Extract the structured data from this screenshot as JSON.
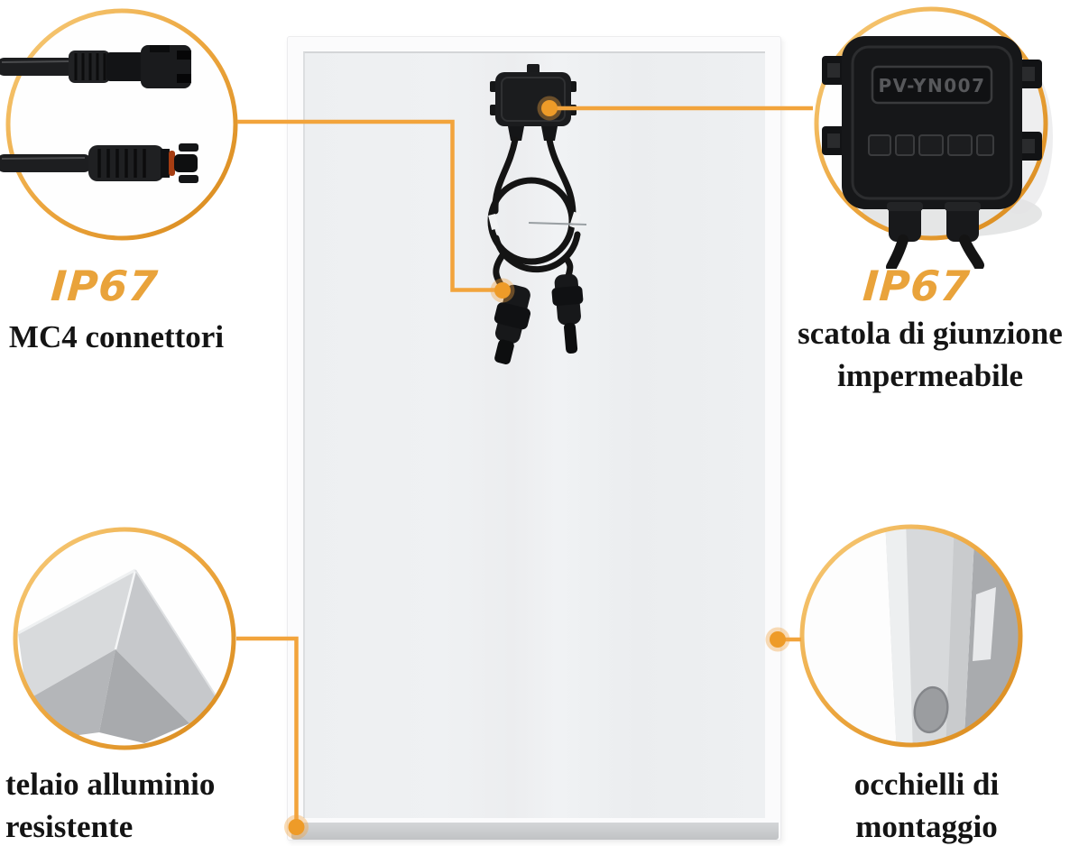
{
  "colors": {
    "accent_line": "#f2a43c",
    "dot": "#ee9b28",
    "ring_light": "#f7cd7d",
    "ring_mid": "#eca63e",
    "ring_dark": "#d8891c",
    "badge_text": "#e9a33b",
    "label_text": "#141414",
    "panel_frame": "#fbfbfc",
    "panel_surface": "#eef0f2",
    "panel_bottom_edge": "#c1c3c5"
  },
  "callouts": {
    "top_left": {
      "badge": "IP67",
      "label": "MC4 connettori",
      "photo": "mc4-connectors"
    },
    "top_right": {
      "badge": "IP67",
      "label_line1": "scatola di giunzione",
      "label_line2": "impermeabile",
      "photo": "waterproof-junction-box"
    },
    "bottom_left": {
      "label_line1": "telaio alluminio",
      "label_line2": "resistente",
      "photo": "aluminum-frame-corner"
    },
    "bottom_right": {
      "label_line1": "occhielli di",
      "label_line2": "montaggio",
      "photo": "mounting-eyelet-rail"
    }
  },
  "panel": {
    "junction_box_marking": "PV-YN007"
  },
  "icons": {
    "callout_circle": "orange gradient ring",
    "connector_dot": "orange filled circle",
    "connector_line": "orange elbow line"
  }
}
